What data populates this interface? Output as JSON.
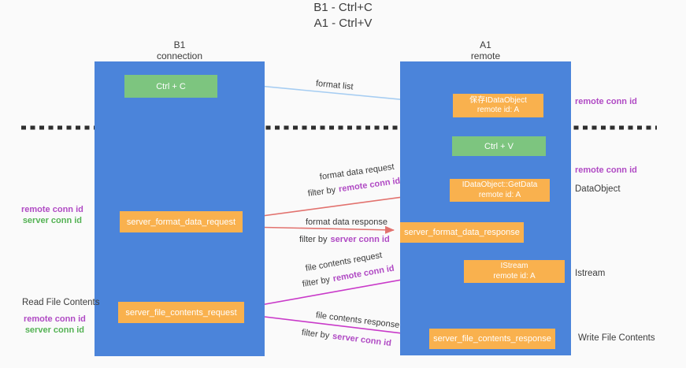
{
  "title": {
    "line1": "B1 - Ctrl+C",
    "line2": "A1 - Ctrl+V"
  },
  "lifelines": {
    "left": {
      "name": "B1",
      "role": "connection"
    },
    "right": {
      "name": "A1",
      "role": "remote"
    }
  },
  "boxes": {
    "ctrl_c": "Ctrl + C",
    "ctrl_v": "Ctrl + V",
    "save_dataobject": {
      "line1": "保存IDataObject",
      "line2": "remote id: A"
    },
    "getdata": {
      "line1": "IDataObject::GetData",
      "line2": "remote id: A"
    },
    "istream": {
      "line1": "IStream",
      "line2": "remote id: A"
    },
    "server_format_data_request": "server_format_data_request",
    "server_format_data_response": "server_format_data_response",
    "server_file_contents_request": "server_file_contents_request",
    "server_file_contents_response": "server_file_contents_response"
  },
  "messages": {
    "format_list": "format list",
    "format_data_request": "format data request",
    "format_data_response": "format data response",
    "file_contents_request": "file contents request",
    "file_contents_response": "file contents response",
    "filter_by": "filter by",
    "remote_conn_id": "remote conn id",
    "server_conn_id": "server conn id"
  },
  "side_labels": {
    "remote_conn_id": "remote conn id",
    "server_conn_id": "server conn id",
    "dataobject": "DataObject",
    "istream": "Istream",
    "read_file_contents": "Read File Contents",
    "write_file_contents": "Write File Contents"
  },
  "colors": {
    "lifeline_blue": "#4b84da",
    "box_green": "#7dc57f",
    "box_orange": "#f9b14e",
    "arrow_light_blue": "#a6cdf2",
    "arrow_red": "#e2726e",
    "arrow_magenta": "#c93ac9",
    "arrow_black": "#2b2b2b",
    "text_purple": "#b04ac4",
    "text_green": "#54b254",
    "background": "#fafafa"
  }
}
